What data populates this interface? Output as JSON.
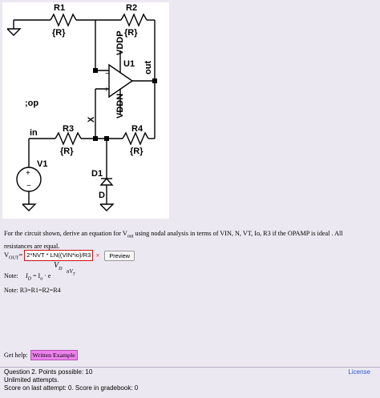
{
  "schematic": {
    "labels": {
      "r1": "R1",
      "r2": "R2",
      "r3": "R3",
      "r4": "R4",
      "r1_val": "{R}",
      "r2_val": "{R}",
      "r3_val": "{R}",
      "r4_val": "{R}",
      "vddp": "VDDP",
      "vddn": "VDDN",
      "u1": "U1",
      "out": "out",
      "op": ";op",
      "in": "in",
      "x": "X",
      "v1": "V1",
      "d1": "D1",
      "d": "D"
    }
  },
  "question": {
    "text_before": "For the circuit shown,   derive an equation for V",
    "text_sub": "out",
    "text_after": " using nodal analysis in terms of  VIN, N, VT, Io, R3  if the OPAMP is ideal .  All resistances are equal.",
    "answer_prefix": "V",
    "answer_prefix_sub": "OUT",
    "answer_equals": "=",
    "answer_value": "2*NVT * LN((VIN*io)/R3",
    "error_mark": "×",
    "preview_label": "Preview"
  },
  "notes": {
    "note1_label": "Note: ",
    "note1_lhs": "I",
    "note1_lhs_sub": "D",
    "note1_eq": " = I",
    "note1_io_sub": "o",
    "note1_dot": " · e",
    "note1_exp_num": "V",
    "note1_exp_num_sub": "D",
    "note1_exp_den": "nV",
    "note1_exp_den_sub": "T",
    "note2": "Note: R3=R1=R2=R4"
  },
  "help": {
    "label": "Get help:",
    "button": "Written Example"
  },
  "footer": {
    "line1": "Question 2. Points possible: 10",
    "line2": "Unlimited attempts.",
    "line3": "Score on last attempt: 0. Score in gradebook: 0",
    "license": "License"
  }
}
